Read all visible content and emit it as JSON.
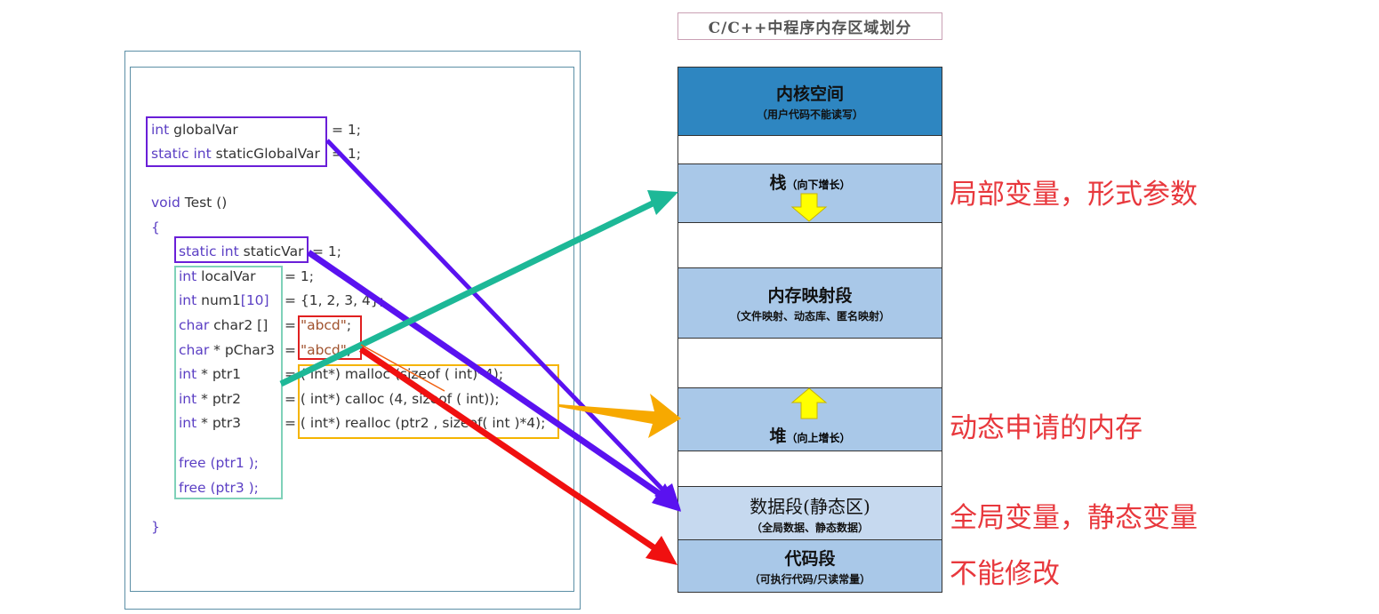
{
  "title": "C/C++中程序内存区域划分",
  "code": {
    "line1": {
      "kw": "int",
      "rest": " globalVar",
      "tail": "= 1;"
    },
    "line2": {
      "kw": "static int",
      "rest": " staticGlobalVar",
      "tail": "= 1;"
    },
    "line3": {
      "kw": "void",
      "rest": " Test ()"
    },
    "line4": "{",
    "line5": {
      "kw": "static int",
      "rest": " staticVar",
      "tail": "= 1;"
    },
    "line6": {
      "kw": "int",
      "rest": " localVar",
      "tail": "= 1;"
    },
    "line7": {
      "kw": "int",
      "rest": " num1",
      "idx": "[10]",
      "tail": "= {1, 2, 3, 4};"
    },
    "line8": {
      "kw": "char",
      "rest": " char2 []",
      "eq": "=",
      "str": "\"abcd\"",
      "semi": ";"
    },
    "line9": {
      "kw": "char",
      "rest": " * pChar3",
      "eq": "=",
      "str": "\"abcd\"",
      "semi": ";"
    },
    "line10": {
      "kw": "int",
      "rest": " * ptr1",
      "tail": "= ( int*) malloc (sizeof ( int)*4);"
    },
    "line11": {
      "kw": "int",
      "rest": " * ptr2",
      "tail": "= ( int*) calloc (4, sizeof ( int));"
    },
    "line12": {
      "kw": "int",
      "rest": " * ptr3",
      "tail": "= ( int*) realloc (ptr2 , sizeof( int )*4);"
    },
    "line13": "free (ptr1 );",
    "line14": "free (ptr3 );",
    "line15": "}"
  },
  "memory": {
    "kernel": {
      "title": "内核空间",
      "sub": "（用户代码不能读写）"
    },
    "stack": {
      "title": "栈",
      "sub": "（向下增长）"
    },
    "mmap": {
      "title": "内存映射段",
      "sub": "（文件映射、动态库、匿名映射）"
    },
    "heap": {
      "title": "堆",
      "sub": "（向上增长）"
    },
    "data": {
      "title": "数据段(静态区)",
      "sub": "（全局数据、静态数据）"
    },
    "code": {
      "title": "代码段",
      "sub": "（可执行代码/只读常量）"
    }
  },
  "notes": {
    "stack": "局部变量，形式参数",
    "heap": "动态申请的内存",
    "data": "全局变量，静态变量",
    "code": "不能修改"
  },
  "colors": {
    "kernel": "#2e86c1",
    "segment": "#a9c8e8",
    "data_segment": "#c6d9ef",
    "note": "#e8383d",
    "purple_box": "#6a1fd8",
    "teal_box": "#7fd1b9",
    "red_box": "#e02020",
    "orange_box": "#f5b400",
    "arrow_purple": "#5a12f0",
    "arrow_teal": "#1db897",
    "arrow_orange": "#f7a900",
    "arrow_red": "#f01010",
    "up_down_arrow": "#ffff00"
  }
}
